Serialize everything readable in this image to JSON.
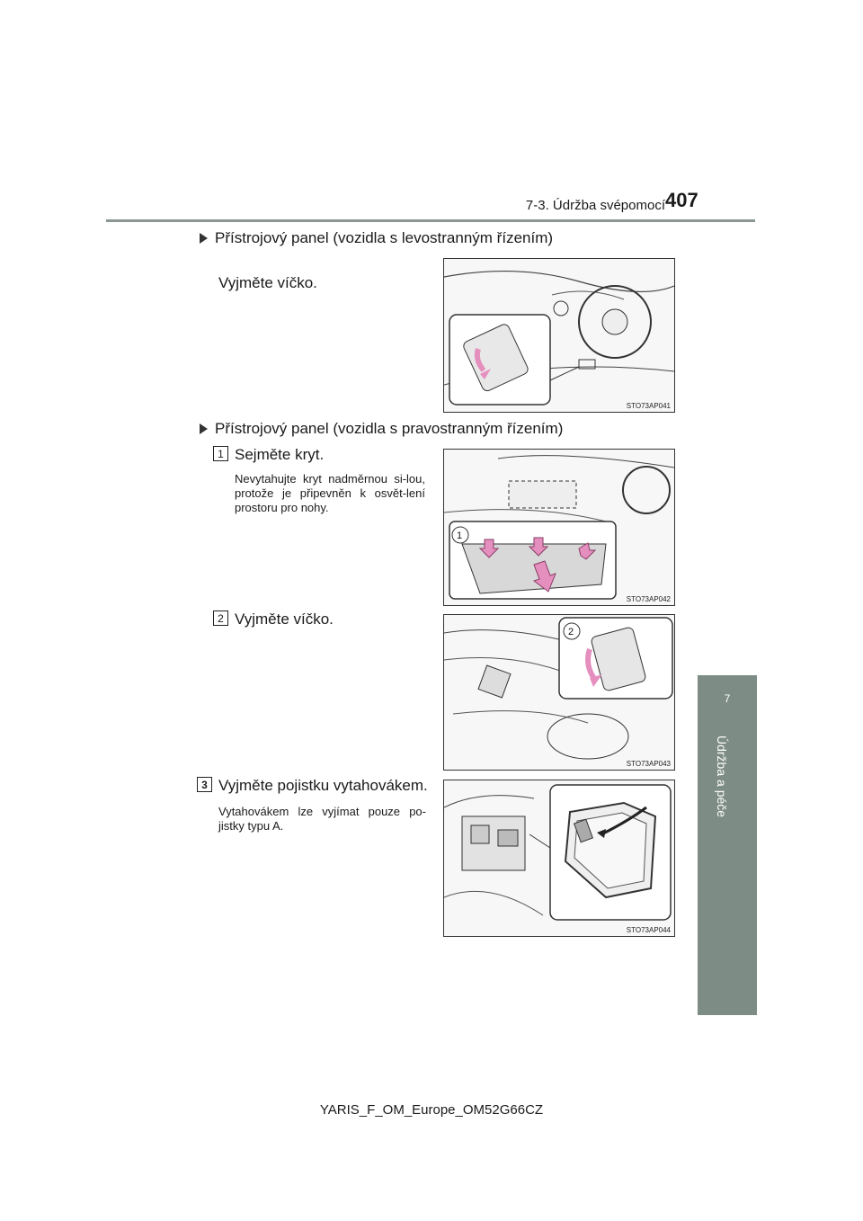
{
  "header": {
    "section": "7-3. Údržba svépomocí",
    "page_number": "407"
  },
  "chapter_tab": {
    "number": "7",
    "title": "Údržba a péče"
  },
  "sections": [
    {
      "heading": "Přístrojový panel (vozidla s levostranným řízením)",
      "step": "Vyjměte víčko.",
      "figure_code": "STO73AP041"
    },
    {
      "heading": "Přístrojový panel (vozidla s pravostranným řízením)"
    }
  ],
  "steps": [
    {
      "num": "1",
      "text": "Sejměte kryt.",
      "note": "Nevytahujte kryt nadměrnou si-lou, protože je připevněn k osvět-lení prostoru pro nohy.",
      "figure_code": "STO73AP042",
      "callout": "1"
    },
    {
      "num": "2",
      "text": "Vyjměte víčko.",
      "figure_code": "STO73AP043",
      "callout": "2"
    },
    {
      "num": "3",
      "text": "Vyjměte pojistku vytahovákem.",
      "note": "Vytahovákem lze vyjímat pouze po-jistky typu A.",
      "figure_code": "STO73AP044"
    }
  ],
  "footer": {
    "text": "YARIS_F_OM_Europe_OM52G66CZ"
  },
  "colors": {
    "tab": "#7d8c85",
    "rule": "#8a9891",
    "arrow": "#e58fbf"
  }
}
